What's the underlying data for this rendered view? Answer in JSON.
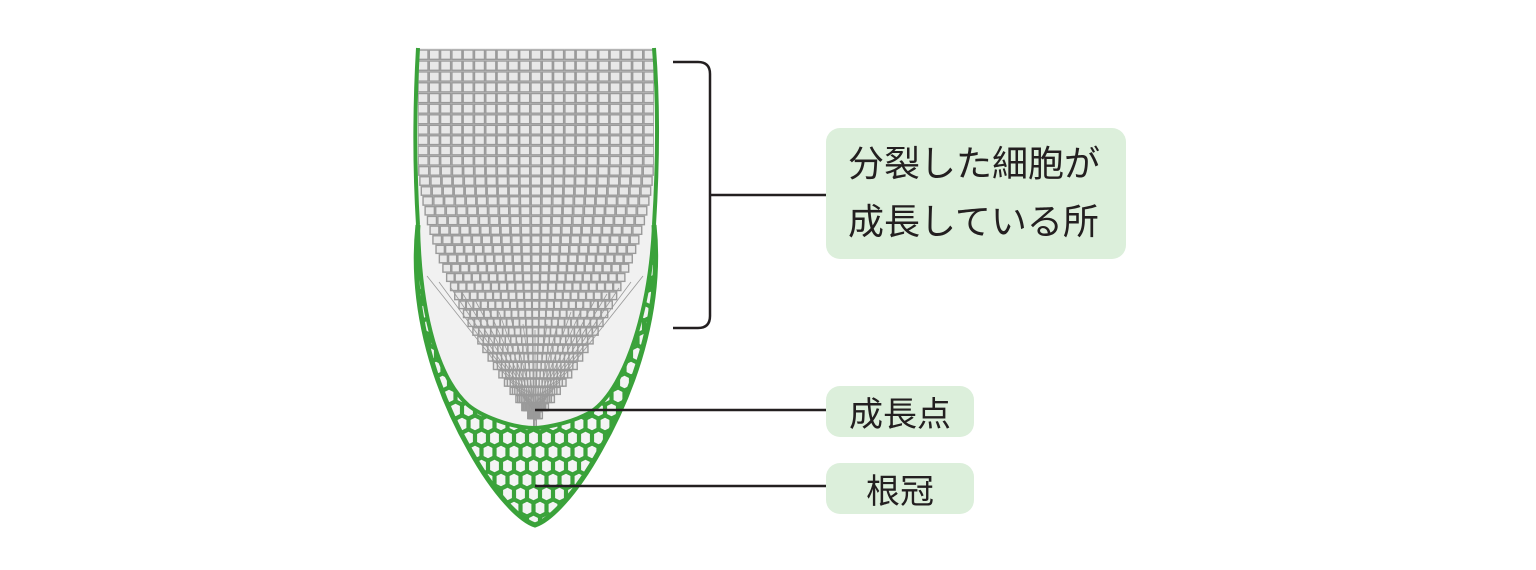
{
  "labels": {
    "growing_zone_line1": "分裂した細胞が",
    "growing_zone_line2": "成長している所",
    "growing_point": "成長点",
    "root_cap": "根冠"
  },
  "colors": {
    "root_cap_green": "#3aa23a",
    "cell_gray": "#9a9a9a",
    "cell_fill": "#e6e6e6",
    "label_bg": "#dcefdb",
    "leader_line": "#231f20"
  }
}
